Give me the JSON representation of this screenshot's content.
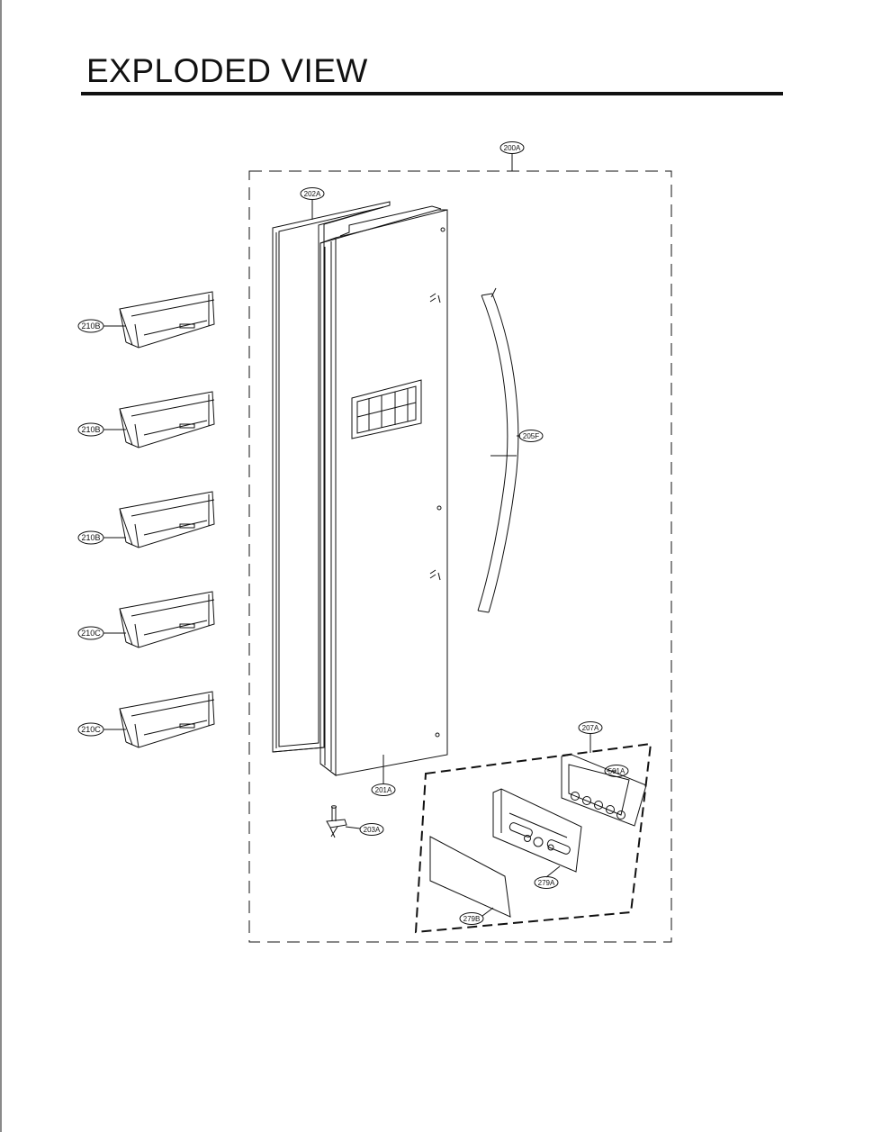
{
  "title": "EXPLODED VIEW",
  "callouts": {
    "assembly": "200A",
    "gasket": "202A",
    "door": "201A",
    "handle": "205F",
    "hinge": "203A",
    "dispenser_group": "207A",
    "display_pcb": "501A",
    "cover_dispenser": "279A",
    "decoration": "279B",
    "basket_1": "210B",
    "basket_2": "210B",
    "basket_3": "210B",
    "basket_4": "210C",
    "basket_5": "210C"
  },
  "colors": {
    "line": "#111111",
    "background": "#ffffff"
  }
}
